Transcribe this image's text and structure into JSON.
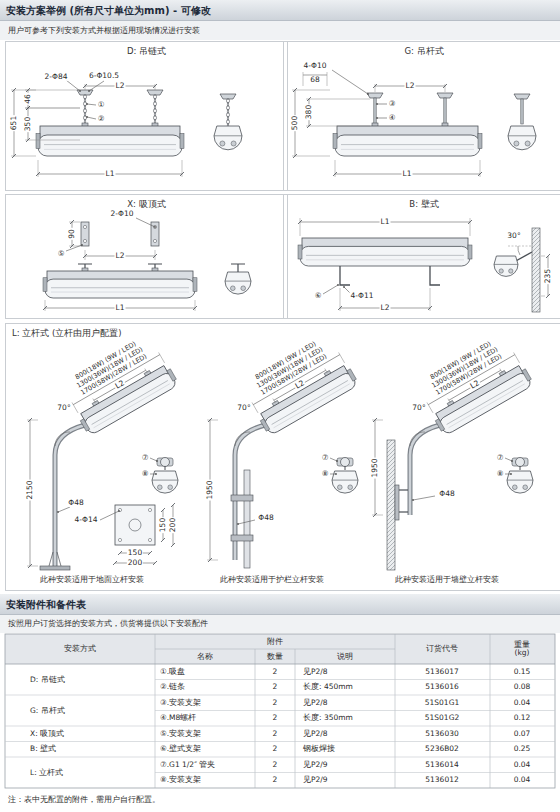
{
  "diagram": {
    "nodes": [
      {
        "text": [
          "安装方案举例 (所有尺寸单位为mm) - 可修改"
        ]
      },
      {
        "text": [
          "D: 吊链式"
        ]
      },
      {
        "text": [
          "G: 吊杆式"
        ]
      },
      {
        "text": [
          "X: 吸顶式"
        ]
      },
      {
        "text": [
          "B: 壁式"
        ]
      },
      {
        "text": [
          "L: 立杆式 (立杆由用户配置)"
        ]
      },
      {
        "text": [
          "安装附件和备件表"
        ]
      }
    ],
    "labels": [
      "用户可参考下列安装方式并根据适用现场情况进行安装",
      "2-Φ84",
      "6-Φ10.5",
      "L2",
      "651",
      "46",
      "350",
      "①",
      "②",
      "L1",
      "4-Φ10",
      "68",
      "L2",
      "500",
      "380",
      "③",
      "④",
      "L1",
      "2-Φ10",
      "90",
      "⑤",
      "L2",
      "L1",
      "L1",
      "30°",
      "235",
      "⑥",
      "4-Φ11",
      "L2",
      "800(18W) (9W / LED)",
      "1300(36W)(18W / LED)",
      "1700(58W)(28W / LED)",
      "L2",
      "70°",
      "⑦",
      "⑧",
      "2150",
      "Φ48",
      "4-Φ14",
      "150",
      "200",
      "150",
      "200",
      "此种安装适用于地面立杆安装",
      "800(18W) (9W / LED)",
      "1300(36W)(18W / LED)",
      "1700(58W)(28W / LED)",
      "L2",
      "70°",
      "⑦",
      "⑧",
      "1950",
      "Φ48",
      "此种安装适用于护栏立杆安装",
      "800(18W) (9W / LED)",
      "1300(36W)(18W / LED)",
      "1700(58W)(28W / LED)",
      "L2",
      "70°",
      "⑦",
      "⑧",
      "1950",
      "Φ48",
      "此种安装适用于墙壁立杆安装",
      "按照用户订货选择的安装方式，供货将提供以下安装配件",
      "安装方式",
      "附件",
      "名称",
      "数量",
      "说明",
      "订货代号",
      "重量 (kg)",
      "D: 吊链式",
      "①.吸盘",
      "2",
      "见P2/8",
      "5136017",
      "0.15",
      "②.链条",
      "2",
      "长度: 450mm",
      "5136016",
      "0.08",
      "G: 吊杆式",
      "③.安装支架",
      "2",
      "见P2/8",
      "51S01G1",
      "0.04",
      "④.M8螺杆",
      "2",
      "长度: 350mm",
      "51S01G2",
      "0.12",
      "X: 吸顶式",
      "⑤.安装支架",
      "2",
      "见P2/8",
      "5136030",
      "0.07",
      "B: 壁式",
      "⑥.壁式支架",
      "2",
      "钢板焊接",
      "5236B02",
      "0.25",
      "L: 立杆式",
      "⑦.G1 1/2″ 管夹",
      "2",
      "见P2/9",
      "5136014",
      "0.04",
      "⑧.安装支架",
      "2",
      "见P2/9",
      "5136012",
      "0.04",
      "注：表中无配置的附件，需用户自行配置。"
    ]
  }
}
